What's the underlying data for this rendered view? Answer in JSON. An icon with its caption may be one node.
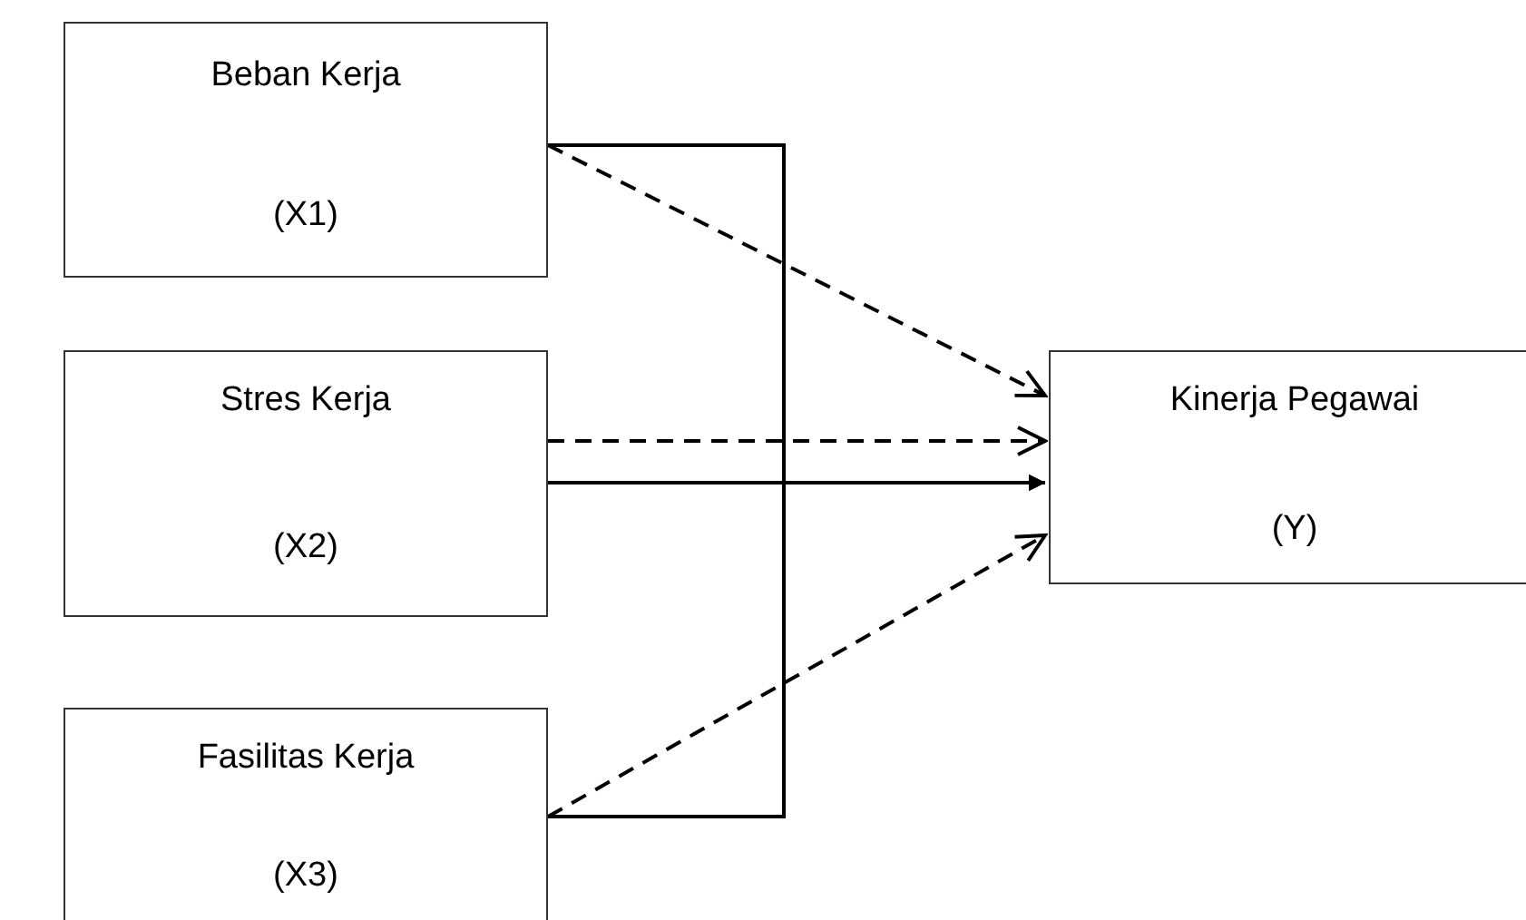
{
  "diagram": {
    "nodes": [
      {
        "text": [
          "Beban Kerja",
          "(X1)"
        ]
      },
      {
        "text": [
          "Stres Kerja",
          "(X2)"
        ]
      },
      {
        "text": [
          "Fasilitas Kerja",
          "(X3)"
        ]
      },
      {
        "text": [
          "Kinerja Pegawai",
          "(Y)"
        ]
      }
    ],
    "edges": [
      {
        "from": 0,
        "to": 3,
        "arrow": "to",
        "style": "dashed"
      },
      {
        "from": 1,
        "to": 3,
        "arrow": "to",
        "style": "dashed"
      },
      {
        "from": 2,
        "to": 3,
        "arrow": "to",
        "style": "dashed"
      },
      {
        "from": 0,
        "to": 3,
        "arrow": "to"
      },
      {
        "from": 1,
        "to": 3,
        "arrow": "to"
      },
      {
        "from": 2,
        "to": 3,
        "arrow": "to"
      }
    ]
  }
}
